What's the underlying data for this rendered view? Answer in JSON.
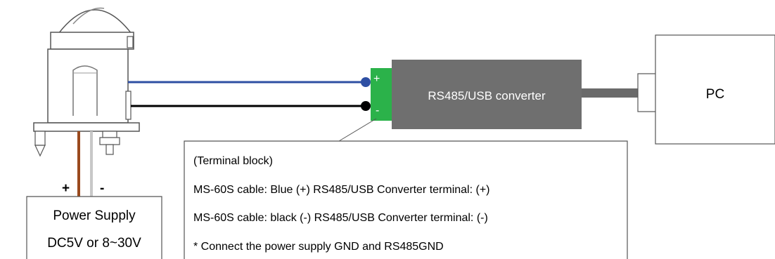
{
  "power_supply": {
    "plus_label": "+",
    "minus_label": "-",
    "title": "Power Supply",
    "voltage": "DC5V or 8~30V"
  },
  "terminal_block": {
    "plus_label": "+",
    "minus_label": "-",
    "color": "#2bb24a"
  },
  "converter": {
    "label": "RS485/USB converter",
    "color": "#6f6f6f"
  },
  "pc": {
    "label": "PC"
  },
  "wires": {
    "blue": "#2e4fa3",
    "black": "#000000",
    "brown": "#9a4a1e",
    "gray": "#c8c8c8",
    "usb_cable": "#6a6a6a"
  },
  "notes": {
    "title": "(Terminal block)",
    "lines": [
      "MS-60S cable: Blue (+) RS485/USB Converter terminal: (+)",
      "MS-60S cable: black (-) RS485/USB Converter terminal: (-)",
      "* Connect the power supply GND and RS485GND"
    ]
  }
}
